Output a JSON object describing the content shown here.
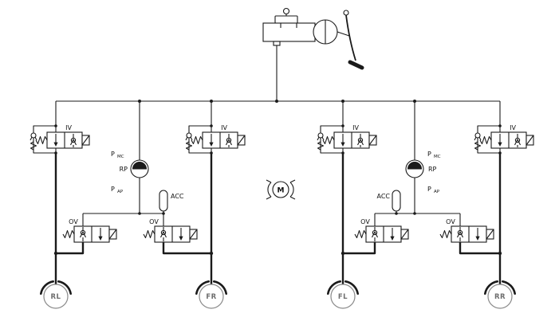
{
  "colors": {
    "line": "#1a1a1a",
    "background": "#ffffff",
    "wheel_ring": "#8a8a8a"
  },
  "diagram": {
    "valves": {
      "inlet": "IV",
      "outlet": "OV"
    },
    "pump": {
      "name": "RP",
      "pressure_symbol": "P",
      "sub_master_cylinder": "MC",
      "sub_accumulator_pump": "AP"
    },
    "accumulator": {
      "label": "ACC"
    },
    "motor": {
      "label": "M"
    },
    "wheels": {
      "rear_left": "RL",
      "front_right": "FR",
      "front_left": "FL",
      "rear_right": "RR"
    }
  }
}
